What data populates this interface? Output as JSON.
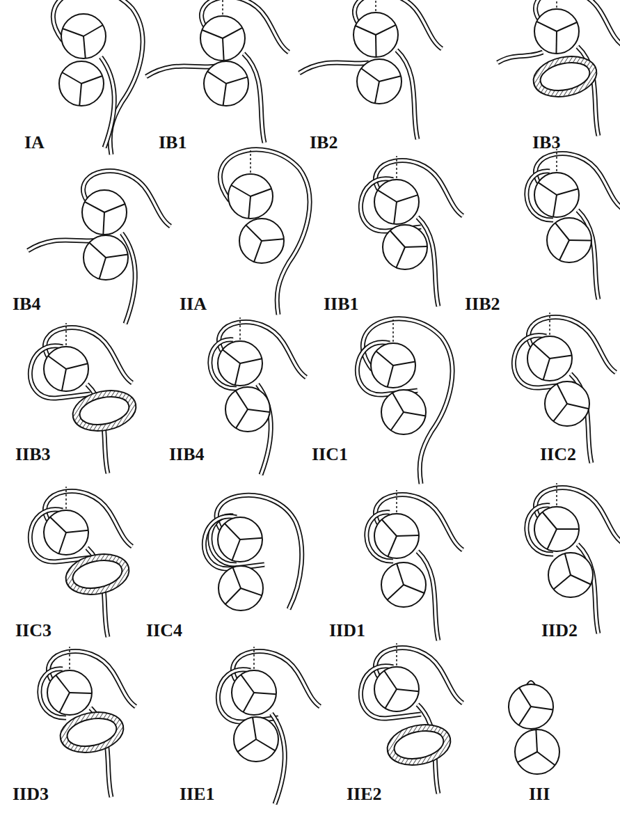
{
  "diagram": {
    "labels": [
      "IA",
      "IB1",
      "IB2",
      "IB3",
      "IB4",
      "IIA",
      "IIB1",
      "IIB2",
      "IIB3",
      "IIB4",
      "IIC1",
      "IIC2",
      "IIC3",
      "IIC4",
      "IID1",
      "IID2",
      "IID3",
      "IIE1",
      "IIE2",
      "III"
    ]
  }
}
